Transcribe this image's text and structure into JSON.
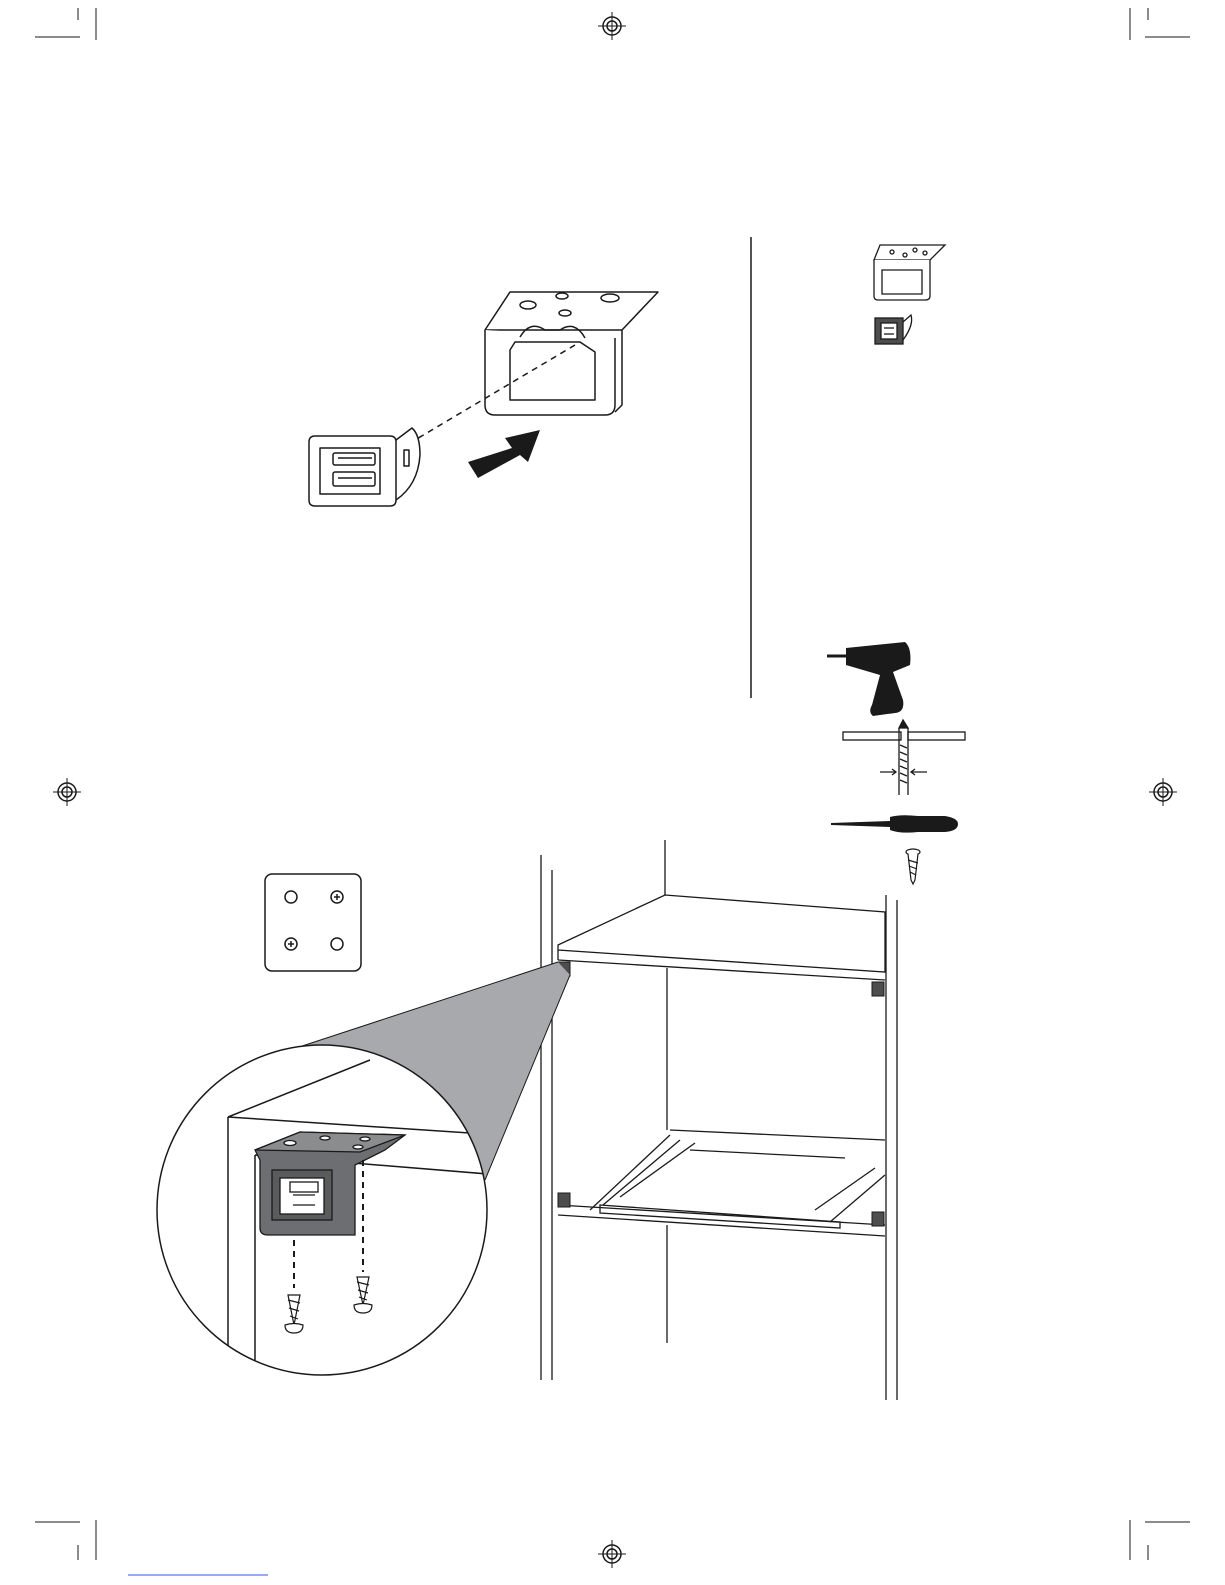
{
  "page": {
    "background": "#ffffff",
    "ink": "#1a1a1a",
    "gray_fill": "#a7a9ac",
    "dark_part": "#4d4d4d",
    "footer_link_color": "#0000ee"
  },
  "sections": {
    "step_a": {
      "description_icon": "bracket-and-catch-assembly"
    },
    "parts_list": {
      "items": [
        "bracket-icon",
        "catch-icon"
      ]
    },
    "tools": {
      "items": [
        "drill-icon",
        "pilot-hole-icon",
        "screwdriver-icon",
        "screw-icon"
      ]
    },
    "step_b": {
      "description_icon": "cabinet-mounting-detail"
    }
  },
  "print_marks": [
    "registration-mark-top",
    "registration-mark-left",
    "registration-mark-right",
    "registration-mark-bottom",
    "crop-marks"
  ]
}
